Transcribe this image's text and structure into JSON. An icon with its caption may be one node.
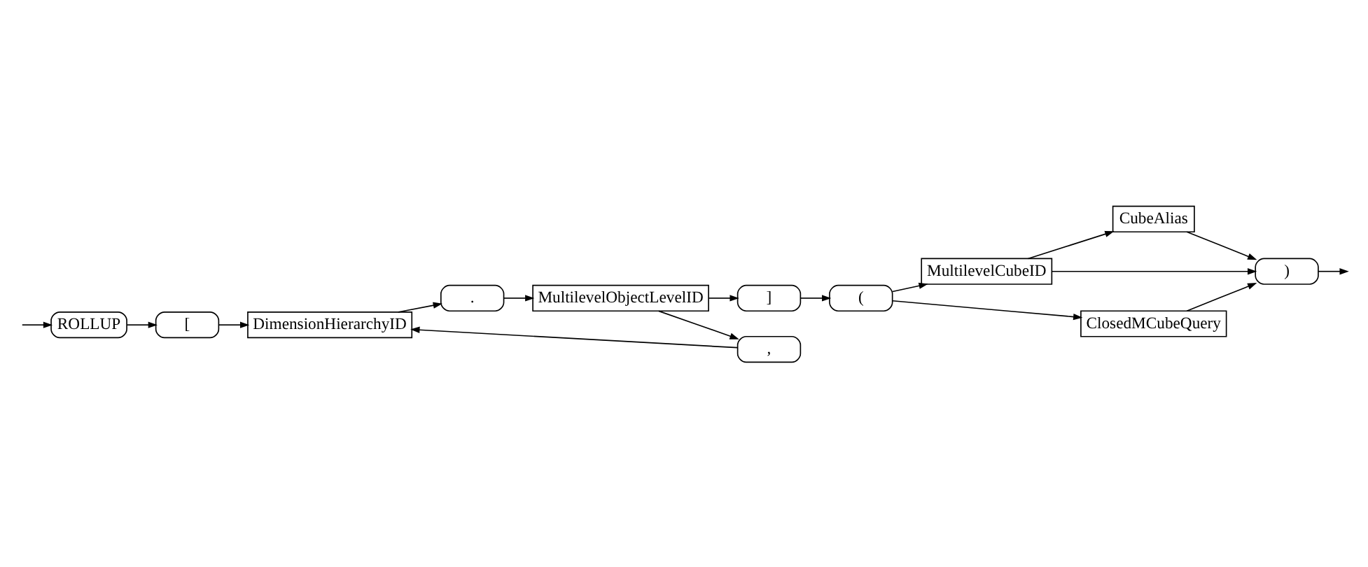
{
  "diagram": {
    "nodes": [
      {
        "text": [
          "ROLLUP"
        ]
      },
      {
        "text": [
          "["
        ]
      },
      {
        "text": [
          "DimensionHierarchyID"
        ]
      },
      {
        "text": [
          "."
        ]
      },
      {
        "text": [
          "MultilevelObjectLevelID"
        ]
      },
      {
        "text": [
          ","
        ]
      },
      {
        "text": [
          "]"
        ]
      },
      {
        "text": [
          "("
        ]
      },
      {
        "text": [
          "MultilevelCubeID"
        ]
      },
      {
        "text": [
          "CubeAlias"
        ]
      },
      {
        "text": [
          "ClosedMCubeQuery"
        ]
      },
      {
        "text": [
          ")"
        ]
      }
    ],
    "edges": [
      {
        "from": null,
        "to": 0,
        "arrow": "to"
      },
      {
        "from": 0,
        "to": 1,
        "arrow": "to"
      },
      {
        "from": 1,
        "to": 2,
        "arrow": "to"
      },
      {
        "from": 2,
        "to": 3,
        "arrow": "to"
      },
      {
        "from": 3,
        "to": 4,
        "arrow": "to"
      },
      {
        "from": 4,
        "to": 5,
        "arrow": "to"
      },
      {
        "from": 5,
        "to": 2,
        "arrow": "to"
      },
      {
        "from": 4,
        "to": 6,
        "arrow": "to"
      },
      {
        "from": 6,
        "to": 7,
        "arrow": "to"
      },
      {
        "from": 7,
        "to": 8,
        "arrow": "to"
      },
      {
        "from": 7,
        "to": 10,
        "arrow": "to"
      },
      {
        "from": 8,
        "to": 9,
        "arrow": "to"
      },
      {
        "from": 8,
        "to": 11,
        "arrow": "to"
      },
      {
        "from": 9,
        "to": 11,
        "arrow": "to"
      },
      {
        "from": 10,
        "to": 11,
        "arrow": "to"
      },
      {
        "from": 11,
        "to": null,
        "arrow": "to"
      }
    ]
  }
}
